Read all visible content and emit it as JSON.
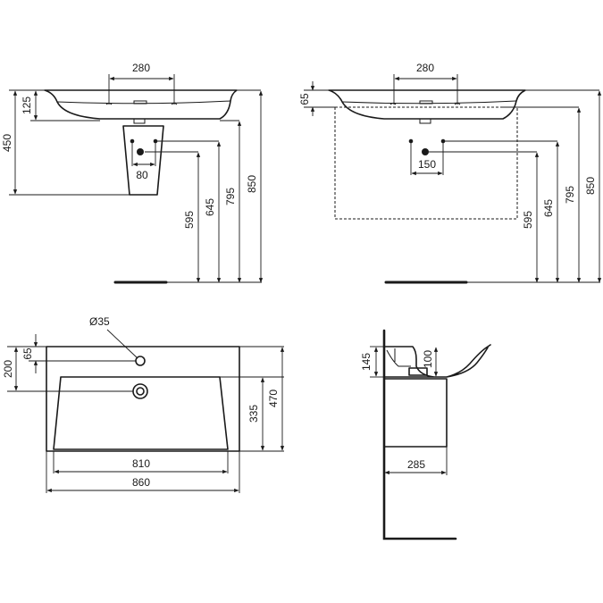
{
  "front_view": {
    "tap_spacing": "280",
    "rim_height": "125",
    "overall_height": "450",
    "outlet_spacing": "80",
    "floor_595": "595",
    "floor_645": "645",
    "floor_795": "795",
    "floor_850": "850"
  },
  "furniture_view": {
    "tap_spacing": "280",
    "rim_height": "65",
    "outlet_spacing": "150",
    "floor_595": "595",
    "floor_645": "645",
    "floor_795": "795",
    "floor_850": "850"
  },
  "plan_view": {
    "tap_hole_diameter": "Ø35",
    "depth_200": "200",
    "depth_65": "65",
    "depth_335": "335",
    "depth_470": "470",
    "width_810": "810",
    "width_860": "860"
  },
  "side_view": {
    "height_145": "145",
    "height_100": "100",
    "pedestal_depth": "285"
  }
}
